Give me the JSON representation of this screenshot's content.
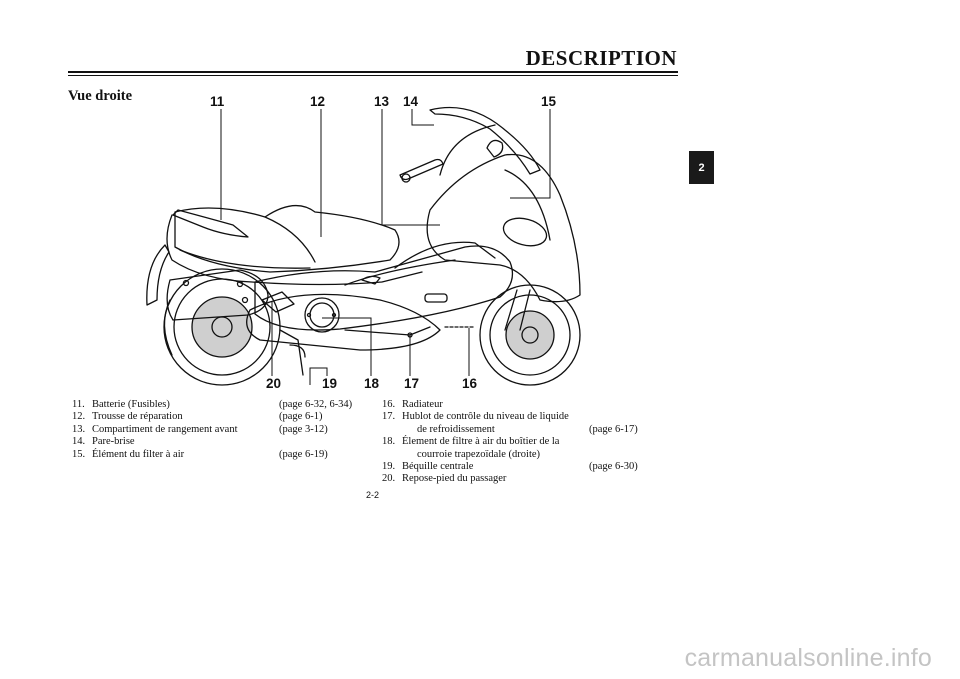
{
  "header": {
    "title": "DESCRIPTION"
  },
  "section": {
    "title": "Vue droite"
  },
  "chapter_tab": {
    "label": "2"
  },
  "callouts": {
    "c11": "11",
    "c12": "12",
    "c13": "13",
    "c14": "14",
    "c15": "15",
    "c16": "16",
    "c17": "17",
    "c18": "18",
    "c19": "19",
    "c20": "20"
  },
  "legend_left": [
    {
      "num": "11.",
      "text": "Batterie (Fusibles)",
      "page": "(page 6-32, 6-34)"
    },
    {
      "num": "12.",
      "text": "Trousse de réparation",
      "page": "(page 6-1)"
    },
    {
      "num": "13.",
      "text": "Compartiment de rangement avant",
      "page": "(page 3-12)"
    },
    {
      "num": "14.",
      "text": "Pare-brise",
      "page": ""
    },
    {
      "num": "15.",
      "text": "Élément du filter à air",
      "page": "(page 6-19)"
    }
  ],
  "legend_right": {
    "i16": {
      "num": "16.",
      "text": "Radiateur"
    },
    "i17": {
      "num": "17.",
      "text": "Hublot de contrôle du niveau de liquide",
      "cont": "de refroidissement",
      "page": "(page 6-17)"
    },
    "i18": {
      "num": "18.",
      "text": "Élement de filtre à air du boîtier de la",
      "cont": "courroie trapezoïdale (droite)"
    },
    "i19": {
      "num": "19.",
      "text": "Béquille centrale",
      "page": "(page 6-30)"
    },
    "i20": {
      "num": "20.",
      "text": "Repose-pied du passager"
    }
  },
  "footer": {
    "page_number": "2-2",
    "watermark": "carmanualsonline.info"
  }
}
